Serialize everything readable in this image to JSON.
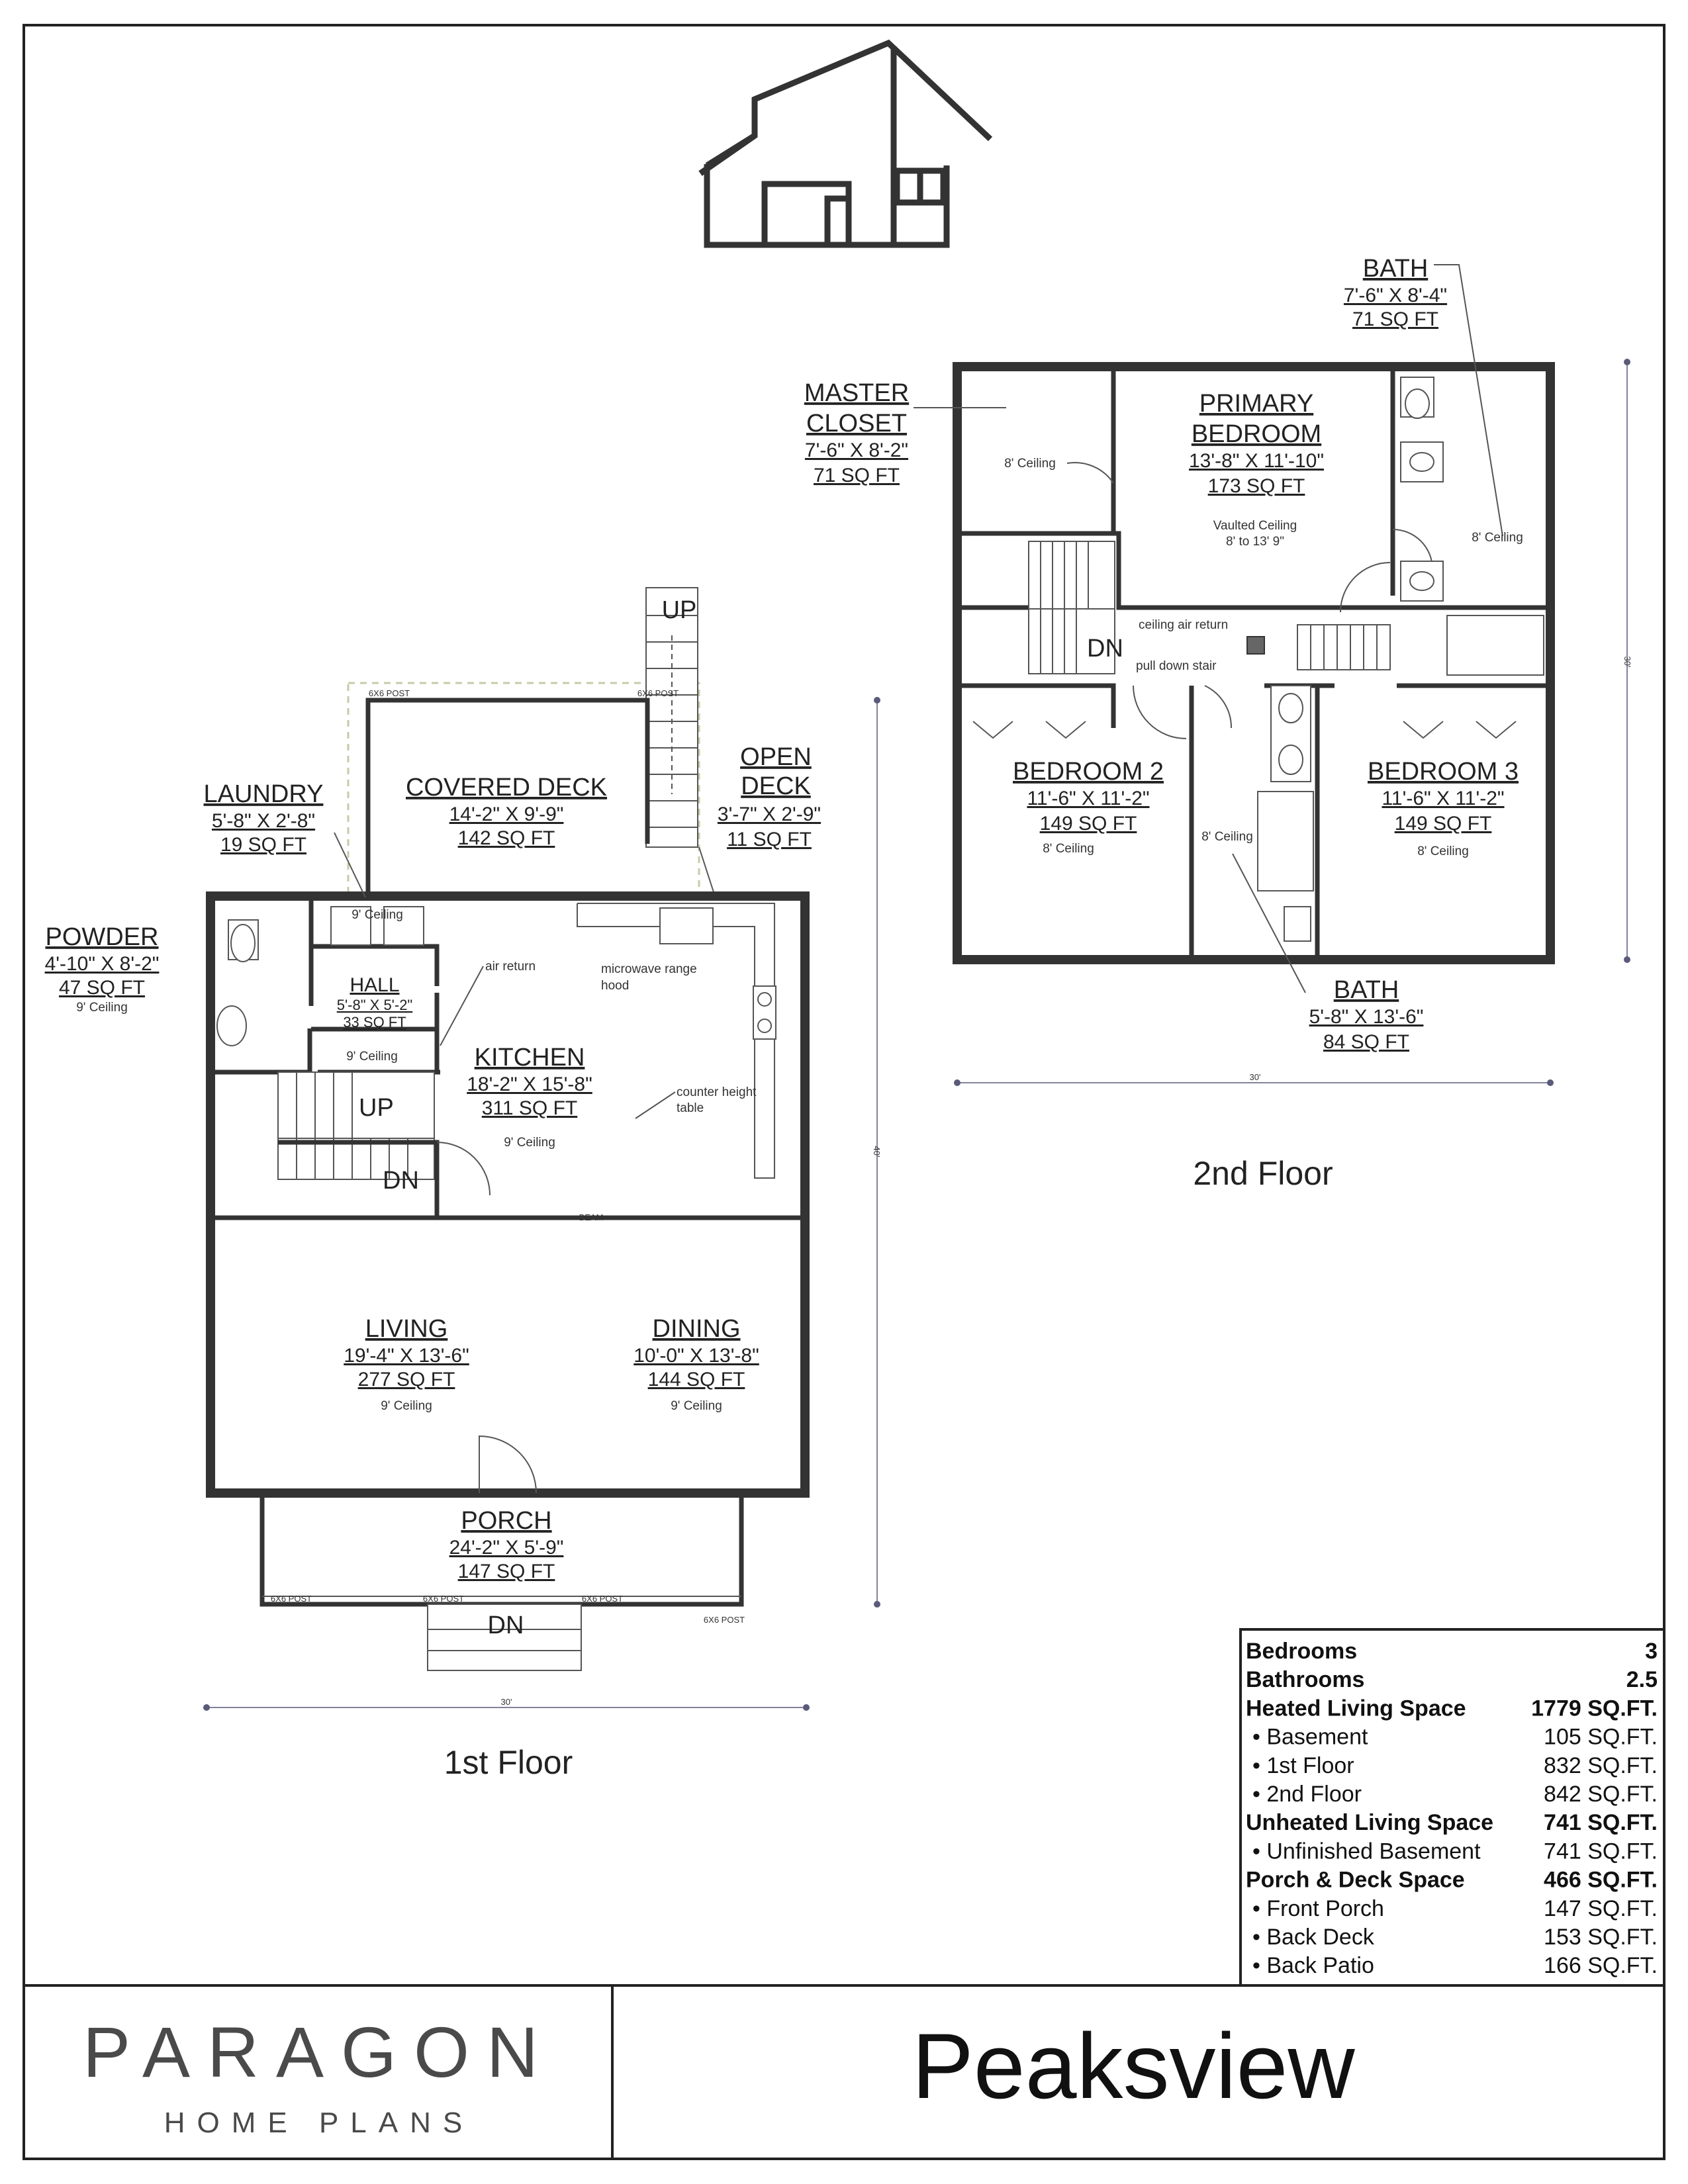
{
  "brand": {
    "name": "PARAGON",
    "tagline": "HOME PLANS"
  },
  "plan_name": "Peaksview",
  "floors": {
    "first": {
      "label": "1st Floor",
      "rooms": {
        "laundry": {
          "name": "LAUNDRY",
          "dims": "5'-8\" X 2'-8\"",
          "area": "19 SQ FT"
        },
        "covered_deck": {
          "name": "COVERED DECK",
          "dims": "14'-2\" X 9'-9\"",
          "area": "142 SQ FT"
        },
        "open_deck": {
          "name_line1": "OPEN",
          "name_line2": "DECK",
          "dims": "3'-7\" X 2'-9\"",
          "area": "11 SQ FT"
        },
        "powder": {
          "name": "POWDER",
          "dims": "4'-10\" X 8'-2\"",
          "area": "47 SQ FT",
          "ceiling": "9' Ceiling"
        },
        "hall": {
          "name": "HALL",
          "dims": "5'-8\" X 5'-2\"",
          "area": "33 SQ FT"
        },
        "kitchen": {
          "name": "KITCHEN",
          "dims": "18'-2\" X 15'-8\"",
          "area": "311 SQ FT",
          "ceiling": "9' Ceiling"
        },
        "living": {
          "name": "LIVING",
          "dims": "19'-4\" X 13'-6\"",
          "area": "277 SQ FT",
          "ceiling": "9' Ceiling"
        },
        "dining": {
          "name": "DINING",
          "dims": "10'-0\" X 13'-8\"",
          "area": "144 SQ FT",
          "ceiling": "9' Ceiling"
        },
        "porch": {
          "name": "PORCH",
          "dims": "24'-2\" X 5'-9\"",
          "area": "147 SQ FT"
        }
      },
      "notes": {
        "laundry_ceiling": "9' Ceiling",
        "hall_ceiling": "9' Ceiling",
        "air_return": "air return",
        "microwave_line1": "microwave range",
        "microwave_line2": "hood",
        "counter_line1": "counter height",
        "counter_line2": "table",
        "beam": "BEAM",
        "post": "6X6 POST",
        "up": "UP",
        "dn": "DN",
        "dim_width": "30'",
        "dim_depth": "40'"
      }
    },
    "second": {
      "label": "2nd Floor",
      "rooms": {
        "bath_top": {
          "name": "BATH",
          "dims": "7'-6\" X 8'-4\"",
          "area": "71 SQ FT",
          "ceiling": "8' Ceiling"
        },
        "master_closet": {
          "name_line1": "MASTER",
          "name_line2": "CLOSET",
          "dims": "7'-6\" X 8'-2\"",
          "area": "71 SQ FT",
          "ceiling": "8' Ceiling"
        },
        "primary_bedroom": {
          "name_line1": "PRIMARY",
          "name_line2": "BEDROOM",
          "dims": "13'-8\" X 11'-10\"",
          "area": "173 SQ FT",
          "ceiling_line1": "Vaulted Ceiling",
          "ceiling_line2": "8' to 13' 9\""
        },
        "bedroom2": {
          "name": "BEDROOM 2",
          "dims": "11'-6\" X 11'-2\"",
          "area": "149 SQ FT",
          "ceiling": "8' Ceiling"
        },
        "bedroom3": {
          "name": "BEDROOM 3",
          "dims": "11'-6\" X 11'-2\"",
          "area": "149 SQ FT",
          "ceiling": "8' Ceiling"
        },
        "bath_bottom": {
          "name": "BATH",
          "dims": "5'-8\" X 13'-6\"",
          "area": "84 SQ FT",
          "ceiling": "8' Ceiling"
        }
      },
      "notes": {
        "ceiling_air_return": "ceiling air return",
        "pull_down_stair": "pull down stair",
        "dn": "DN",
        "dim_width": "30'",
        "dim_depth": "30'"
      }
    }
  },
  "stats": [
    {
      "label": "Bedrooms",
      "value": "3",
      "bold": true,
      "bullet": false
    },
    {
      "label": "Bathrooms",
      "value": "2.5",
      "bold": true,
      "bullet": false
    },
    {
      "label": "Heated Living Space",
      "value": "1779 SQ.FT.",
      "bold": true,
      "bullet": false
    },
    {
      "label": "Basement",
      "value": "105 SQ.FT.",
      "bold": false,
      "bullet": true
    },
    {
      "label": "1st Floor",
      "value": "832 SQ.FT.",
      "bold": false,
      "bullet": true
    },
    {
      "label": "2nd Floor",
      "value": "842 SQ.FT.",
      "bold": false,
      "bullet": true
    },
    {
      "label": "Unheated Living Space",
      "value": "741 SQ.FT.",
      "bold": true,
      "bullet": false
    },
    {
      "label": "Unfinished Basement",
      "value": "741 SQ.FT.",
      "bold": false,
      "bullet": true
    },
    {
      "label": "Porch & Deck Space",
      "value": "466 SQ.FT.",
      "bold": true,
      "bullet": false
    },
    {
      "label": "Front Porch",
      "value": "147 SQ.FT.",
      "bold": false,
      "bullet": true
    },
    {
      "label": "Back Deck",
      "value": "153 SQ.FT.",
      "bold": false,
      "bullet": true
    },
    {
      "label": "Back Patio",
      "value": "166 SQ.FT.",
      "bold": false,
      "bullet": true
    }
  ]
}
